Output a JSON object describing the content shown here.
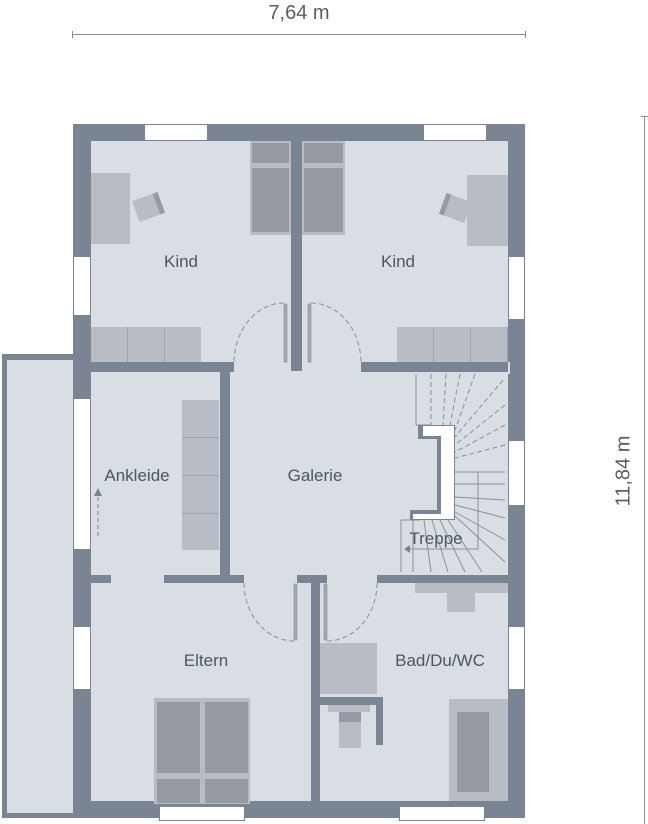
{
  "plan": {
    "dimensions": {
      "width": "7,64 m",
      "height": "11,84 m"
    },
    "rooms": [
      {
        "id": "kind-left",
        "label": "Kind"
      },
      {
        "id": "kind-right",
        "label": "Kind"
      },
      {
        "id": "ankleide",
        "label": "Ankleide"
      },
      {
        "id": "galerie",
        "label": "Galerie"
      },
      {
        "id": "treppe",
        "label": "Treppe"
      },
      {
        "id": "eltern",
        "label": "Eltern"
      },
      {
        "id": "bad",
        "label": "Bad/Du/WC"
      }
    ],
    "colors": {
      "wall": "#7b8492",
      "floor": "#d9dde4",
      "furniture_light": "#b9bcc4",
      "furniture_dark": "#979aa2",
      "text": "#4f5663",
      "window": "#ffffff"
    }
  }
}
